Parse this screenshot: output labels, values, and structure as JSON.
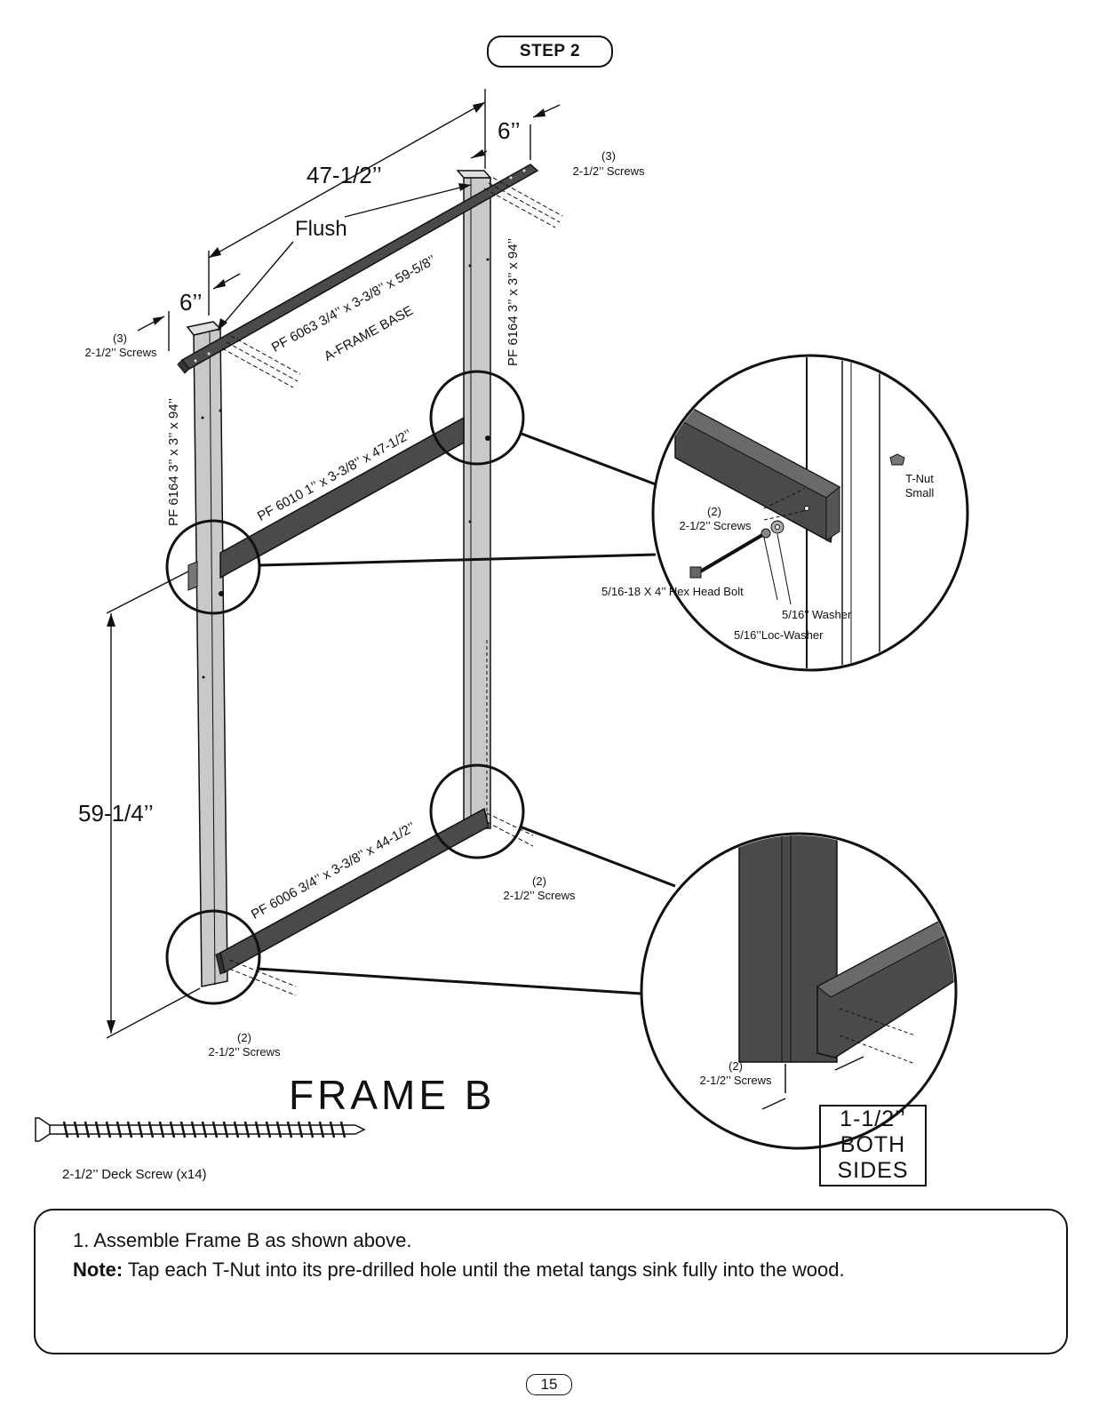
{
  "header": {
    "step_label": "STEP 2"
  },
  "dimensions": {
    "width_47": "47-1/2’’",
    "offset_6_top": "6’’",
    "offset_6_left": "6’’",
    "height_59": "59-1/4’’",
    "flush": "Flush"
  },
  "parts": {
    "base": "PF 6063 3/4’’ x 3-3/8’’ x 59-5/8’’",
    "base_sub": "A-FRAME BASE",
    "post_right": "PF 6164 3’’ x 3’’ x 94’’",
    "post_left": "PF 6164 3’’ x 3’’ x 94’’",
    "middle": "PF 6010 1’’ x 3-3/8’’ x 47-1/2’’",
    "bottom": "PF 6006 3/4’’ x 3-3/8’’ x 44-1/2’’"
  },
  "screws": {
    "count_3": "(3)",
    "count_2": "(2)",
    "label": "2-1/2’’ Screws"
  },
  "hardware": {
    "tnut": "T-Nut",
    "tnut_sub": "Small",
    "bolt": "5/16-18 X 4’’ Hex Head Bolt",
    "washer": "5/16’’ Washer",
    "loc_washer": "5/16’’Loc-Washer"
  },
  "frame_title": "FRAME B",
  "both_sides": {
    "line1": "1-1/2’’",
    "line2": "BOTH",
    "line3": "SIDES"
  },
  "deck_screw": "2-1/2’’ Deck Screw (x14)",
  "instructions": {
    "step1": "1. Assemble Frame B as shown above.",
    "note_label": "Note:",
    "note_text": " Tap each T-Nut into its pre-drilled hole until the metal tangs sink fully into the wood."
  },
  "page_number": "15",
  "colors": {
    "wood_dark": "#4a4a4a",
    "post_gray": "#c9c9c9",
    "line": "#111111"
  }
}
